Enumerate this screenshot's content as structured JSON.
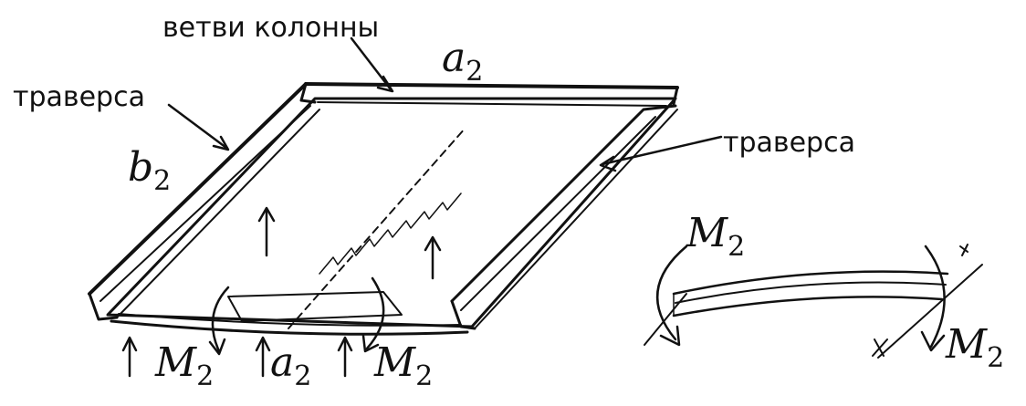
{
  "labels": {
    "column_branches": "ветви колонны",
    "traverse_left": "траверса",
    "traverse_right": "траверса"
  },
  "symbols": {
    "a_top": {
      "base": "a",
      "sub": "2"
    },
    "b_left": {
      "base": "b",
      "sub": "2"
    },
    "a_bottom": {
      "base": "a",
      "sub": "2"
    },
    "m_left": {
      "base": "M",
      "sub": "2"
    },
    "m_right": {
      "base": "M",
      "sub": "2"
    },
    "m_detail_top": {
      "base": "M",
      "sub": "2"
    },
    "m_detail_bottom": {
      "base": "M",
      "sub": "2"
    }
  },
  "colors": {
    "ink": "#111111",
    "background": "#ffffff"
  }
}
